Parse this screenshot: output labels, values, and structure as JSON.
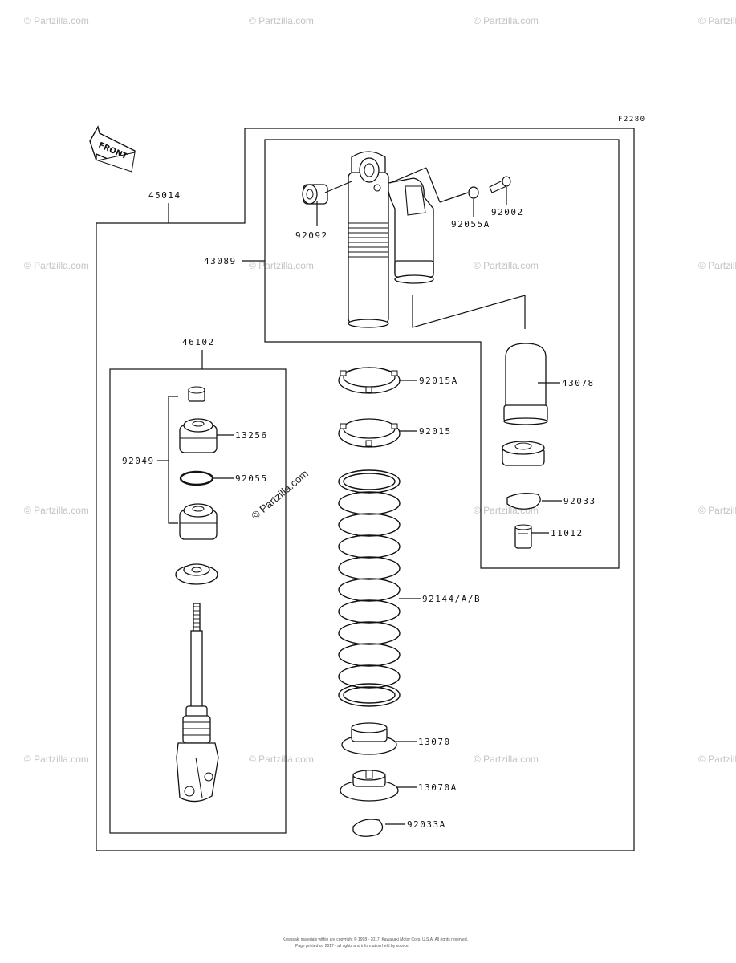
{
  "diagram_code": "F2280",
  "front_label": "FRONT",
  "watermark": "© Partzilla.com",
  "part_labels": {
    "p45014": "45014",
    "p43089": "43089",
    "p92092": "92092",
    "p92055a": "92055A",
    "p92002": "92002",
    "p46102": "46102",
    "p92049": "92049",
    "p13256": "13256",
    "p92055": "92055",
    "p92015a": "92015A",
    "p92015": "92015",
    "p43078": "43078",
    "p92033": "92033",
    "p11012": "11012",
    "p92144": "92144/A/B",
    "p13070": "13070",
    "p13070a": "13070A",
    "p92033a": "92033A"
  },
  "footer": {
    "line1": "Kawasaki materials within are copyright © 1998 - 2017, Kawasaki Motor Corp. U.S.A. All rights reserved.",
    "line2": "Page printed on 2017 - all rights and information held by source."
  }
}
